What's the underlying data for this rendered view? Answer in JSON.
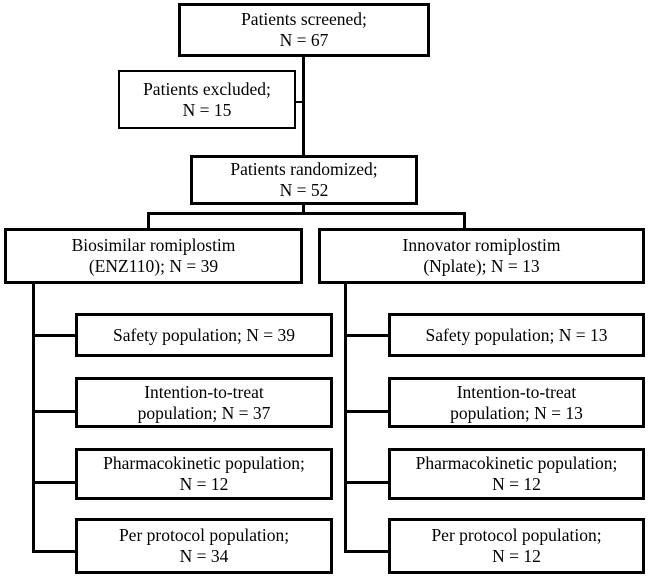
{
  "diagram": {
    "type": "consort-participant-flow-diagram",
    "title_text_present": false,
    "nodes": {
      "screened": {
        "line1": "Patients screened;",
        "line2": "N = 67",
        "count": 67
      },
      "excluded": {
        "line1": "Patients excluded;",
        "line2": "N = 15",
        "count": 15
      },
      "randomized": {
        "line1": "Patients randomized;",
        "line2": "N = 52",
        "count": 52
      },
      "arm_biosimilar": {
        "line1": "Biosimilar romiplostim",
        "line2": "(ENZ110); N = 39",
        "count": 39
      },
      "arm_innovator": {
        "line1": "Innovator romiplostim",
        "line2": "(Nplate); N = 13",
        "count": 13
      },
      "biosimilar_safety": {
        "line1": "Safety population; N = 39",
        "line2": "",
        "count": 39
      },
      "biosimilar_itt": {
        "line1": "Intention-to-treat",
        "line2": "population; N = 37",
        "count": 37
      },
      "biosimilar_pk": {
        "line1": "Pharmacokinetic population;",
        "line2": "N = 12",
        "count": 12
      },
      "biosimilar_pp": {
        "line1": "Per protocol population;",
        "line2": "N = 34",
        "count": 34
      },
      "innovator_safety": {
        "line1": "Safety population; N = 13",
        "line2": "",
        "count": 13
      },
      "innovator_itt": {
        "line1": "Intention-to-treat",
        "line2": "population; N = 13",
        "count": 13
      },
      "innovator_pk": {
        "line1": "Pharmacokinetic population;",
        "line2": "N = 12",
        "count": 12
      },
      "innovator_pp": {
        "line1": "Per protocol population;",
        "line2": "N = 12",
        "count": 12
      }
    },
    "colors": {
      "background": "#ffffff",
      "border": "#000000",
      "text": "#000000",
      "connector": "#000000"
    }
  }
}
